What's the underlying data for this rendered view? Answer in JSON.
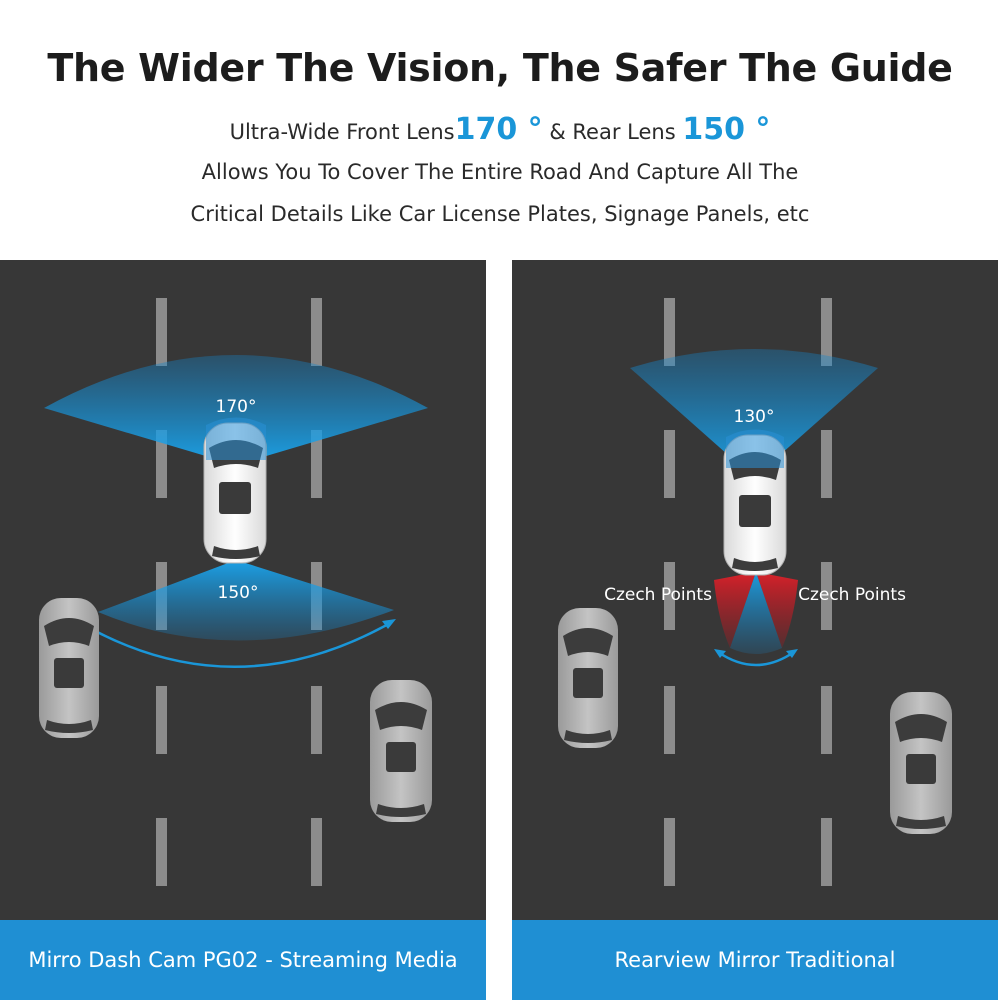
{
  "headline": "The Wider The Vision, The Safer The Guide",
  "subtitle": {
    "line1_prefix": "Ultra-Wide Front Lens",
    "front_angle": "170 °",
    "line1_middle": " & Rear Lens ",
    "rear_angle": "150 °",
    "line2": "Allows You To Cover The Entire Road And Capture All The",
    "line3": "Critical Details Like Car License Plates, Signage Panels, etc"
  },
  "left_panel": {
    "front_label": "170°",
    "rear_label": "150°",
    "caption": "Mirro Dash Cam PG02 - Streaming Media"
  },
  "right_panel": {
    "front_label": "130°",
    "blind_left_label": "Czech Points",
    "blind_right_label": "Czech Points",
    "caption": "Rearview Mirror Traditional"
  },
  "colors": {
    "road": "#373737",
    "accent_blue": "#1a96d8",
    "caption_blue": "#1f8fd3",
    "blind_spot_red": "#d9202a"
  }
}
